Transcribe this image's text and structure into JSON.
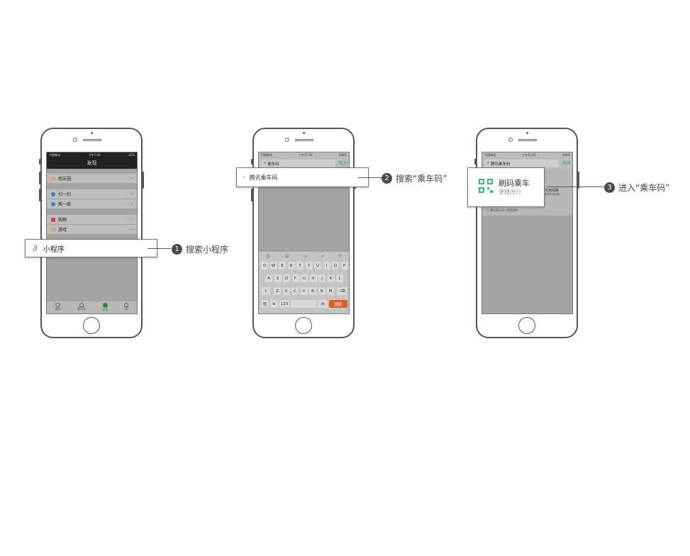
{
  "phone1": {
    "status": {
      "carrier": "中国移动",
      "time": "下午7:44",
      "battery": "32%"
    },
    "title": "发现",
    "rows": [
      {
        "label": "朋友圈",
        "color": "#e4a23b"
      },
      {
        "label": "扫一扫",
        "color": "#3b7fd6"
      },
      {
        "label": "摇一摇",
        "color": "#3b7fd6"
      },
      {
        "label": "购物",
        "color": "#d64a3b"
      },
      {
        "label": "游戏",
        "color": "#e4a23b"
      }
    ],
    "chevron": ">",
    "tabs": [
      "微信",
      "通讯录",
      "发现",
      "我"
    ],
    "callout": {
      "label": "小程序"
    },
    "step": {
      "num": "1",
      "text": "搜索小程序"
    }
  },
  "phone2": {
    "status": {
      "carrier": "中国移动",
      "time": "上午11:03",
      "battery": "100%"
    },
    "search_value": "乘车码",
    "cancel": "取消",
    "callout": {
      "label": "腾讯乘车码"
    },
    "keyboard": {
      "row1": [
        "Q",
        "W",
        "E",
        "R",
        "T",
        "Y",
        "U",
        "I",
        "O",
        "P"
      ],
      "row2": [
        "A",
        "S",
        "D",
        "F",
        "G",
        "H",
        "J",
        "K",
        "L"
      ],
      "row3": [
        "Z",
        "X",
        "C",
        "V",
        "B",
        "N",
        "M"
      ],
      "sym": "符",
      "num": "123",
      "lang": "中",
      "search": "搜索"
    },
    "step": {
      "num": "2",
      "text": "搜索“乘车码”"
    }
  },
  "phone3": {
    "status": {
      "carrier": "中国移动",
      "time": "上午11:03",
      "battery": "100%"
    },
    "search_value": "腾讯乘车码",
    "cancel": "取消",
    "bg_text": "可用线路",
    "bg_sub": "查看可用线路",
    "provider": "腾讯乘车码小程序提供",
    "callout": {
      "title": "刷码乘车",
      "subtitle": "便捷出行"
    },
    "step": {
      "num": "3",
      "text": "进入“乘车码”"
    }
  },
  "colors": {
    "accent": "#2aa44f",
    "qr": "#2fbf7f",
    "search_key": "#e05a2b"
  }
}
